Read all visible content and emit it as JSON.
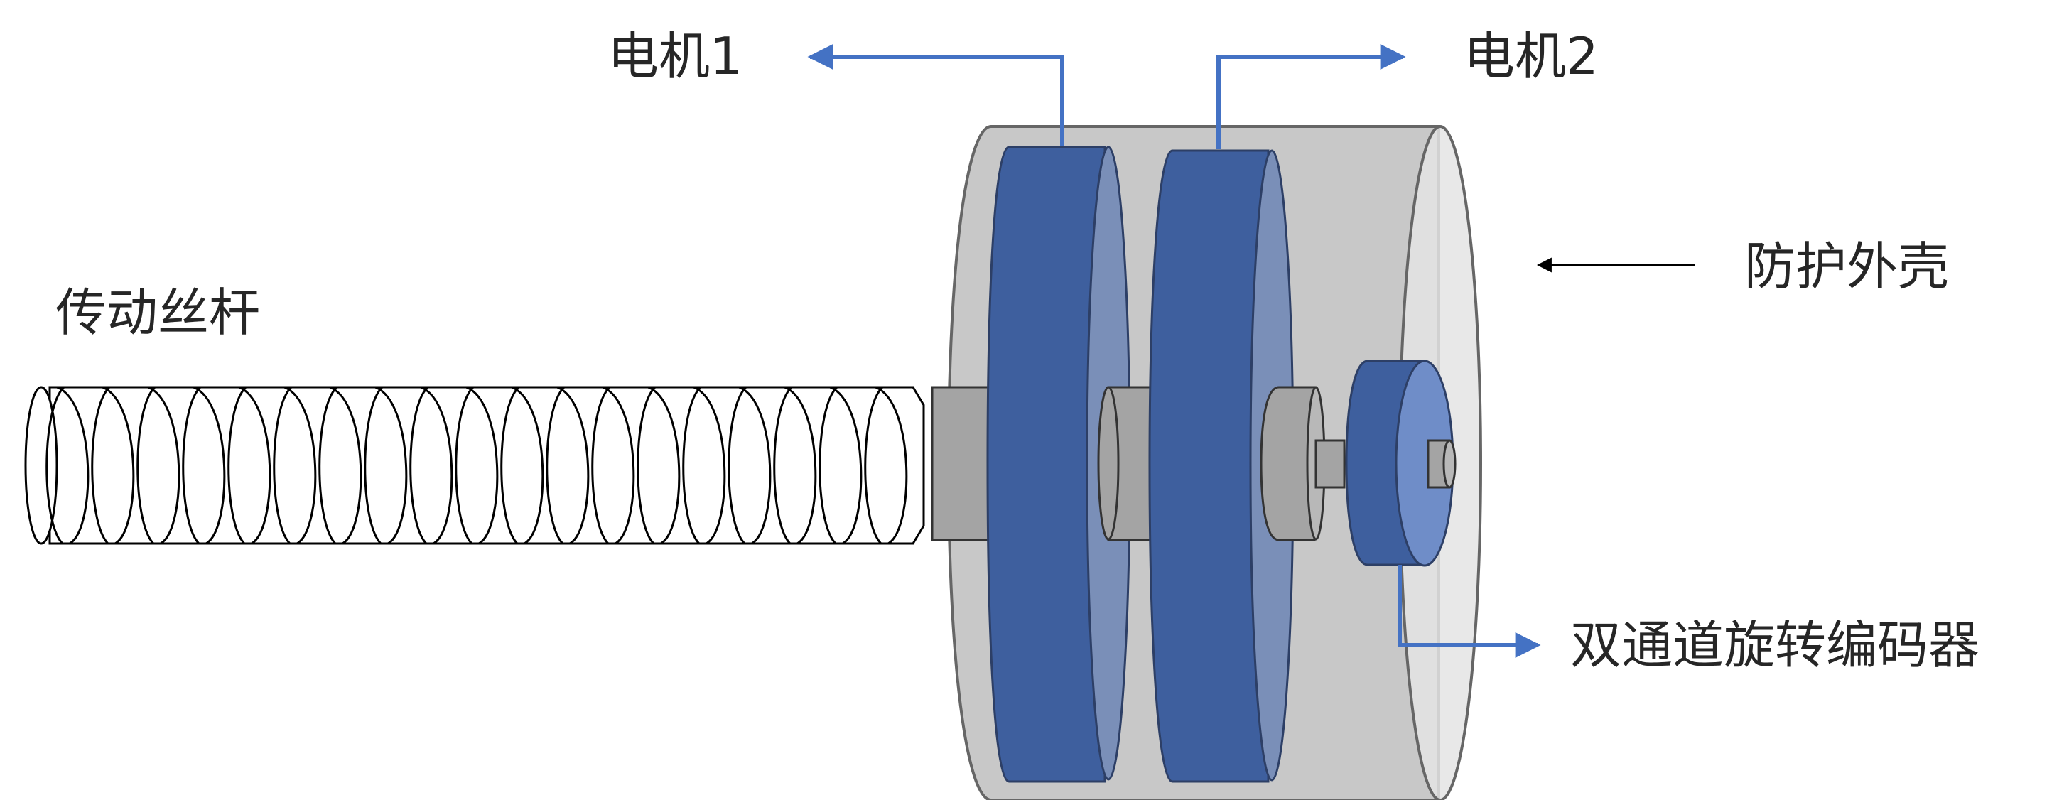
{
  "labels": {
    "motor1": "电机1",
    "motor2": "电机2",
    "housing": "防护外壳",
    "screw": "传动丝杆",
    "encoder": "双通道旋转编码器"
  },
  "colors": {
    "motor_fill": "#3e5f9e",
    "motor_face": "#7a8fb8",
    "encoder_fill": "#4a6cb0",
    "encoder_face": "#6f8dc8",
    "housing_fill": "#c8c8c8",
    "housing_face": "#e4e4e4",
    "shaft_fill": "#a4a4a4",
    "arrow_blue": "#4472c4",
    "outline": "#555555"
  }
}
